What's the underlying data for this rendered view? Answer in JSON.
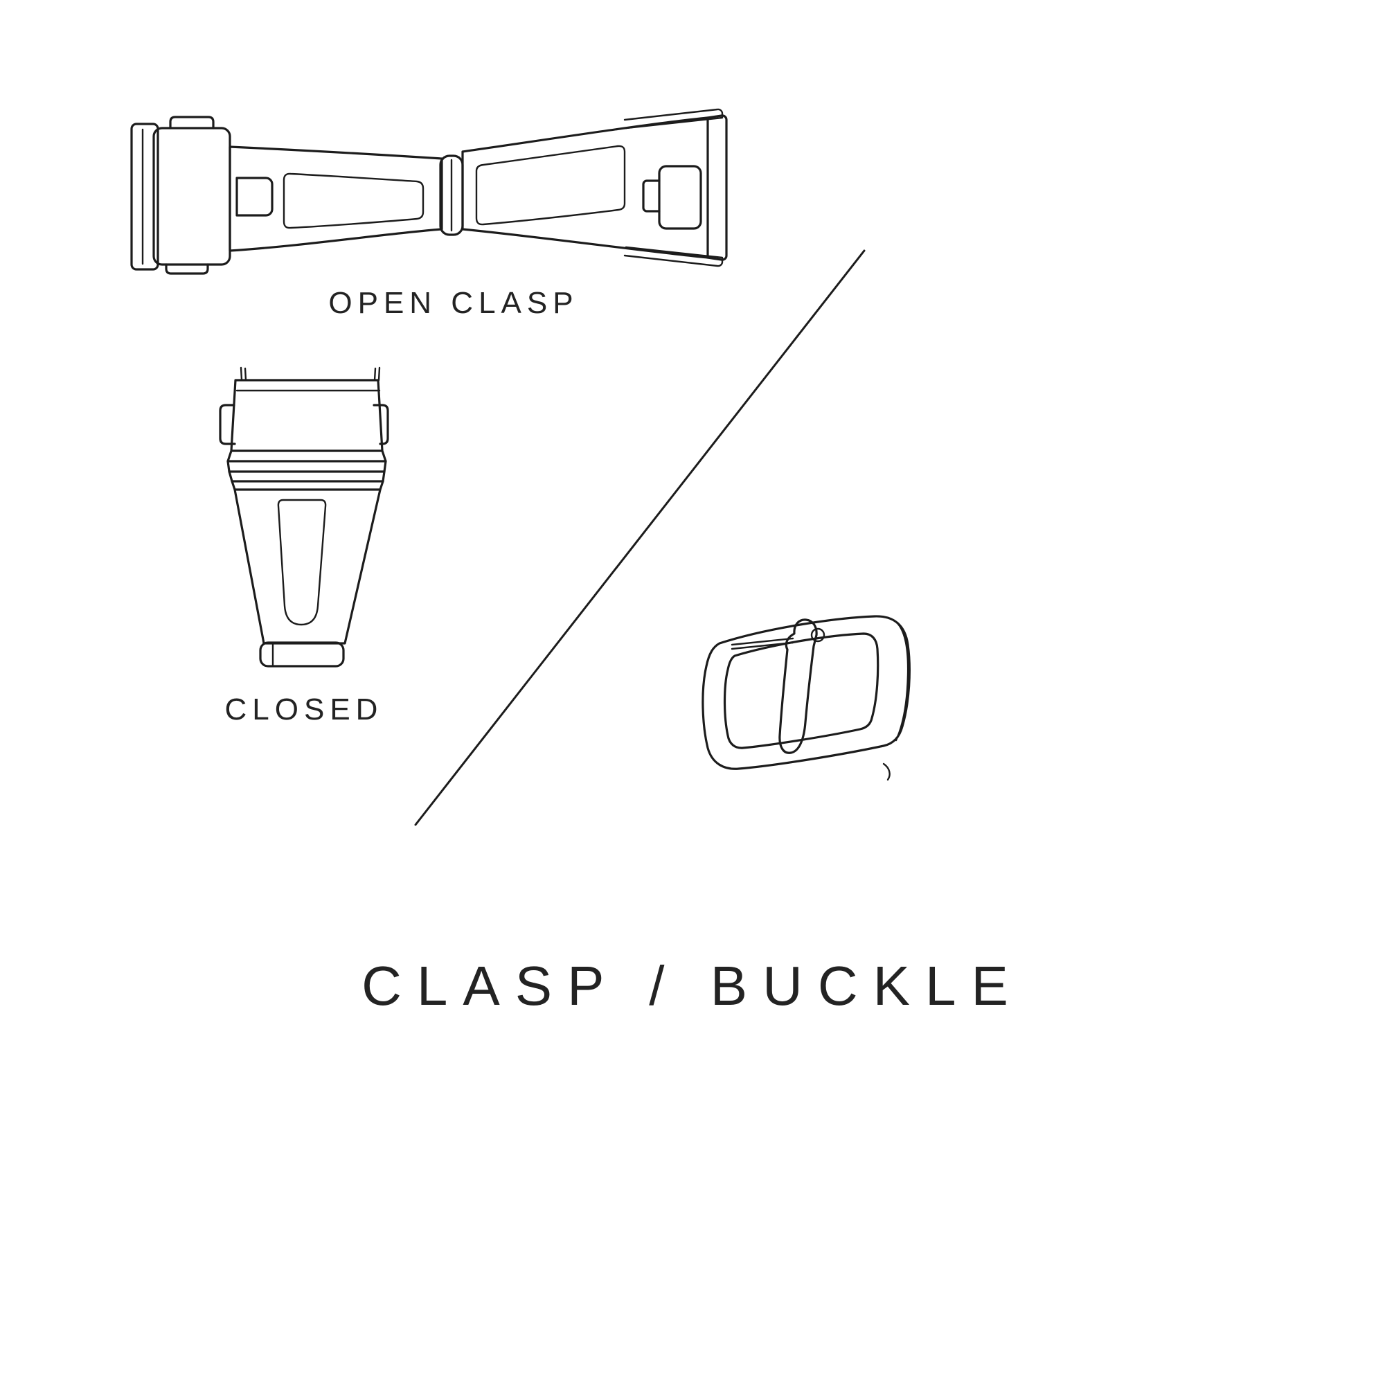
{
  "page": {
    "background": "#ffffff",
    "line_color": "#1c1c1c",
    "text_color": "#232323"
  },
  "title": {
    "text": "CLASP / BUCKLE"
  },
  "illustrations": {
    "open_clasp": {
      "name": "open-clasp-illustration",
      "label": "OPEN CLASP"
    },
    "closed_clasp": {
      "name": "closed-clasp-illustration",
      "label": "CLOSED"
    },
    "buckle": {
      "name": "buckle-illustration"
    },
    "divider": {
      "name": "diagonal-divider-line"
    }
  }
}
